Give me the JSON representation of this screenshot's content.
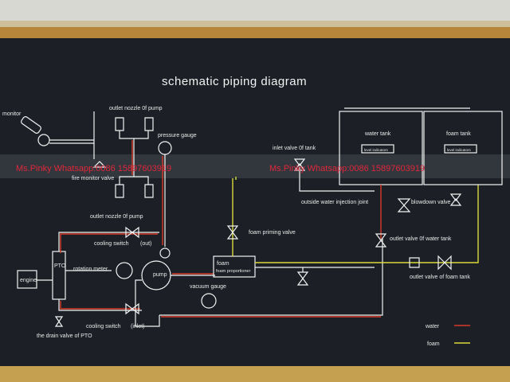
{
  "title": "schematic piping diagram",
  "watermark": "Ms.Pinky Whatsapp:0086 15897603919",
  "labels": {
    "monitor": "monitor",
    "outlet_nozzle_top": "outlet nozzle 0f pump",
    "pressure_gauge": "pressure gauge",
    "fire_monitor_valve": "fire monitor valve",
    "outlet_nozzle_bottom": "outlet nozzle 0f pump",
    "cooling_switch_out": "cooling switch",
    "out_tag": "(out)",
    "rotation_meter": "rotation meter",
    "pto": "PTO",
    "engine": "engine",
    "pump": "pump",
    "vacuum_gauge": "vacuum gauge",
    "cooling_switch_inlet": "cooling switch",
    "inlet_tag": "(inlet)",
    "drain_valve": "the drain valve of PTO",
    "inlet_valve_tank": "inlet valve 0f tank",
    "water_tank": "water tank",
    "foam_tank": "foam tank",
    "level_indicator_1": "level indicators",
    "level_indicator_2": "level indicators",
    "outside_injection": "outside water injection joint",
    "blowdown_valve": "blowdown valve",
    "foam_priming_valve": "foam priming valve",
    "foam_proportioner": "foam proportioner",
    "outlet_valve_water_tank": "outlet valve 0f water tank",
    "outlet_valve_foam_tank": "outlet valve of foam tank"
  },
  "legend": [
    {
      "label": "water",
      "color": "#d63a2a"
    },
    {
      "label": "foam",
      "color": "#d9d93a"
    }
  ],
  "colors": {
    "board": "#1c2026",
    "frame": "#c9b98f",
    "pipe": "#f2f2f2",
    "water": "#d63a2a",
    "foam": "#d9d93a"
  }
}
